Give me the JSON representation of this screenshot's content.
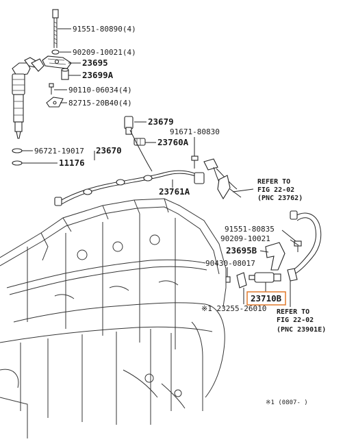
{
  "callouts": [
    {
      "id": "p1",
      "text": "91551-80890(4)"
    },
    {
      "id": "p2",
      "text": "90209-10021(4)"
    },
    {
      "id": "p3",
      "text": "23695"
    },
    {
      "id": "p4",
      "text": "23699A"
    },
    {
      "id": "p5",
      "text": "90110-06034(4)"
    },
    {
      "id": "p6",
      "text": "82715-20B40(4)"
    },
    {
      "id": "p7",
      "text": "23679"
    },
    {
      "id": "p8",
      "text": "23760A"
    },
    {
      "id": "p9",
      "text": "91671-80830"
    },
    {
      "id": "p10",
      "text": "96721-19017"
    },
    {
      "id": "p11",
      "text": "23670"
    },
    {
      "id": "p12",
      "text": "11176"
    },
    {
      "id": "p13",
      "text": "23761A"
    },
    {
      "id": "p14",
      "text": "91551-80835"
    },
    {
      "id": "p15",
      "text": "90209-10021"
    },
    {
      "id": "p16",
      "text": "23695B"
    },
    {
      "id": "p17",
      "text": "90430-08017"
    },
    {
      "id": "p18",
      "text": "23710B"
    },
    {
      "id": "p19",
      "text": "※1 23255-26010"
    }
  ],
  "refer_1": {
    "line1": "REFER TO",
    "line2": "FIG 22-02",
    "line3": "(PNC 23762)"
  },
  "refer_2": {
    "line1": "REFER TO",
    "line2": "FIG 22-02",
    "line3": "(PNC 23901E)"
  },
  "footnote": "※1 (0807-    )",
  "highlight_color": "#e0782a"
}
